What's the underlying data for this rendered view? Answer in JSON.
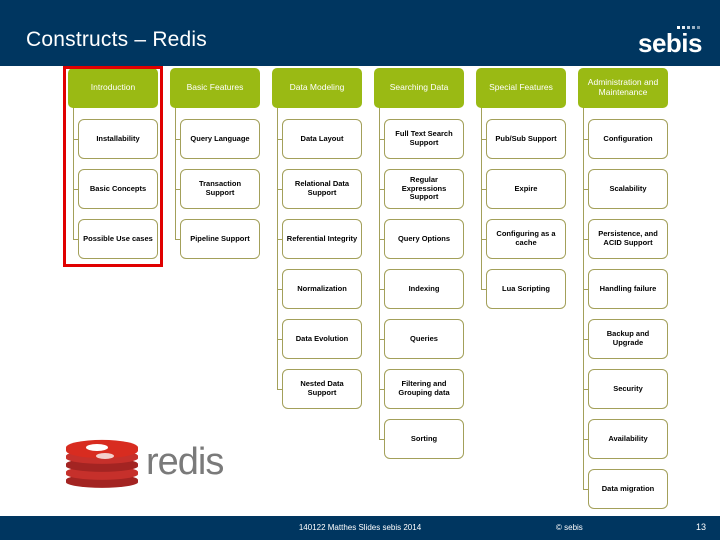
{
  "header": {
    "title": "Constructs – Redis",
    "logo_text": "sebis",
    "bg_color": "#003660"
  },
  "theme": {
    "root_fill": "#9ABA14",
    "leaf_border": "#A3A05A",
    "highlight_color": "#E00000",
    "redis_red": "#C6302B",
    "redis_gray": "#7A7A7A"
  },
  "diagram": {
    "type": "tree-map",
    "columns": [
      {
        "root": "Introduction",
        "highlighted": true,
        "children": [
          "Installability",
          "Basic Concepts",
          "Possible Use cases"
        ]
      },
      {
        "root": "Basic Features",
        "highlighted": false,
        "children": [
          "Query Language",
          "Transaction Support",
          "Pipeline Support"
        ]
      },
      {
        "root": "Data Modeling",
        "highlighted": false,
        "children": [
          "Data Layout",
          "Relational Data Support",
          "Referential Integrity",
          "Normalization",
          "Data Evolution",
          "Nested Data Support"
        ]
      },
      {
        "root": "Searching Data",
        "highlighted": false,
        "children": [
          "Full Text Search Support",
          "Regular Expressions Support",
          "Query Options",
          "Indexing",
          "Queries",
          "Filtering and Grouping data",
          "Sorting"
        ]
      },
      {
        "root": "Special Features",
        "highlighted": false,
        "children": [
          "Pub/Sub Support",
          "Expire",
          "Configuring as a cache",
          "Lua Scripting"
        ]
      },
      {
        "root": "Administration and Maintenance",
        "highlighted": false,
        "children": [
          "Configuration",
          "Scalability",
          "Persistence, and ACID Support",
          "Handling failure",
          "Backup and Upgrade",
          "Security",
          "Availability",
          "Data migration"
        ]
      }
    ]
  },
  "brand": {
    "redis_wordmark": "redis"
  },
  "footer": {
    "center": "140122 Matthes Slides sebis 2014",
    "copyright": "© sebis",
    "page_number": "13"
  }
}
